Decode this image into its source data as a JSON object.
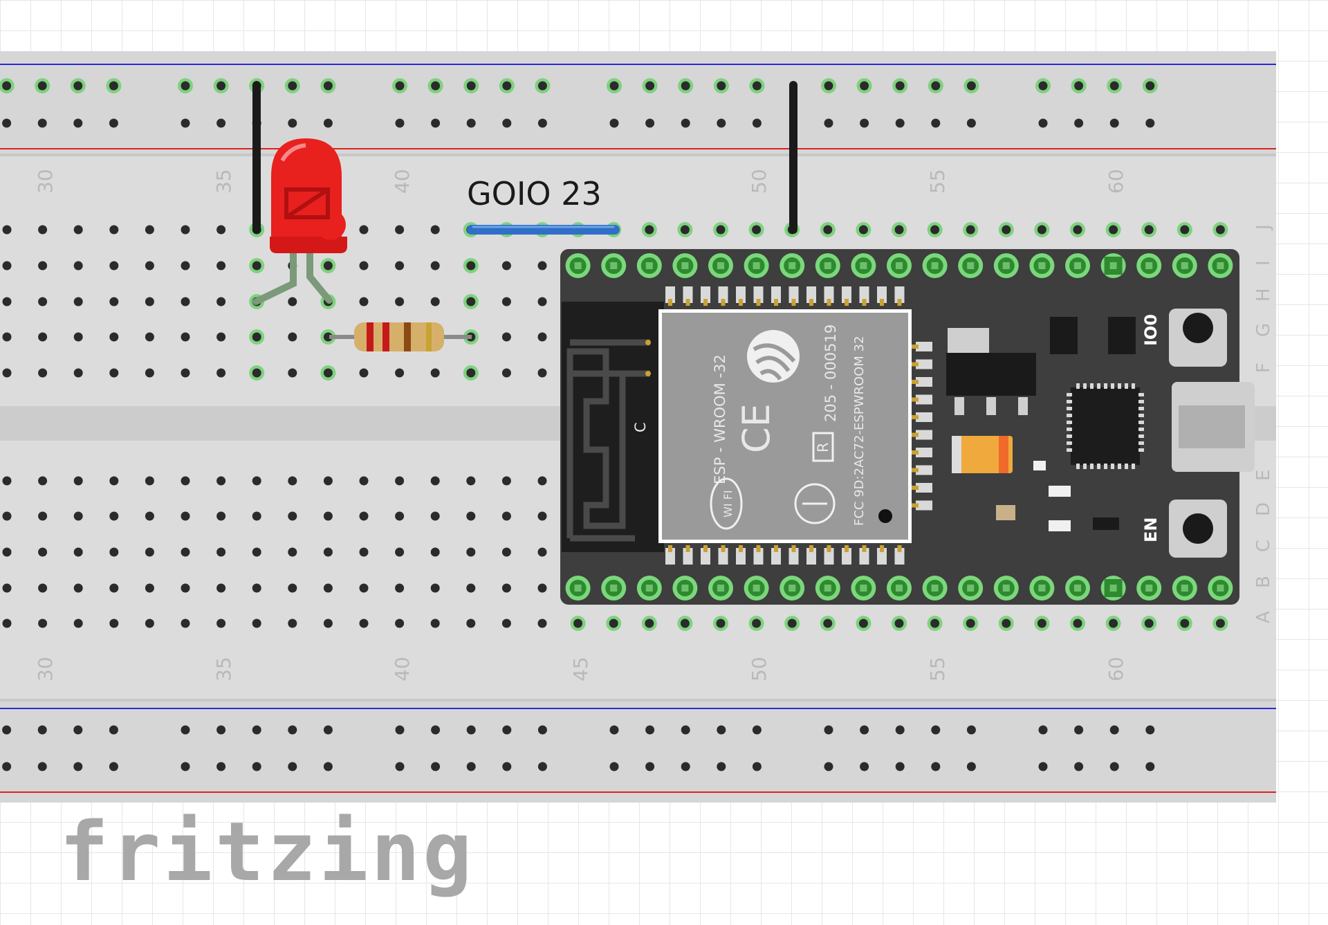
{
  "breadboard": {
    "column_numbers": [
      "30",
      "35",
      "40",
      "45",
      "50",
      "55",
      "60"
    ],
    "row_letters": [
      "J",
      "I",
      "H",
      "G",
      "F",
      "E",
      "D",
      "C",
      "B",
      "A"
    ]
  },
  "wire": {
    "label": "GOIO 23",
    "color": "#2f6fc8"
  },
  "led": {
    "color": "#e8201e"
  },
  "resistor": {
    "bands": [
      "#c41a1a",
      "#c41a1a",
      "#8a4a12",
      "#c9a234"
    ]
  },
  "esp32": {
    "module_text": "ESP - WROOM -32",
    "cert_text": "205 - 000519",
    "fcc_text": "FCC 9D:2AC72-ESPWROOM 32",
    "boot_label": "IO0",
    "en_label": "EN",
    "r_mark": "R",
    "wifi_mark": "WI FI",
    "c_mark": "C",
    "ce_mark": "CE"
  },
  "brand": {
    "logo": "fritzing"
  },
  "colors": {
    "board": "#dcdcdc",
    "rail_red": "#e02020",
    "rail_blue": "#2a2ad8",
    "hole": "#2b2b2b",
    "active_pin": "#6fd06f",
    "esp_board": "#3e3e3e",
    "esp_shield": "#9a9a9a"
  }
}
